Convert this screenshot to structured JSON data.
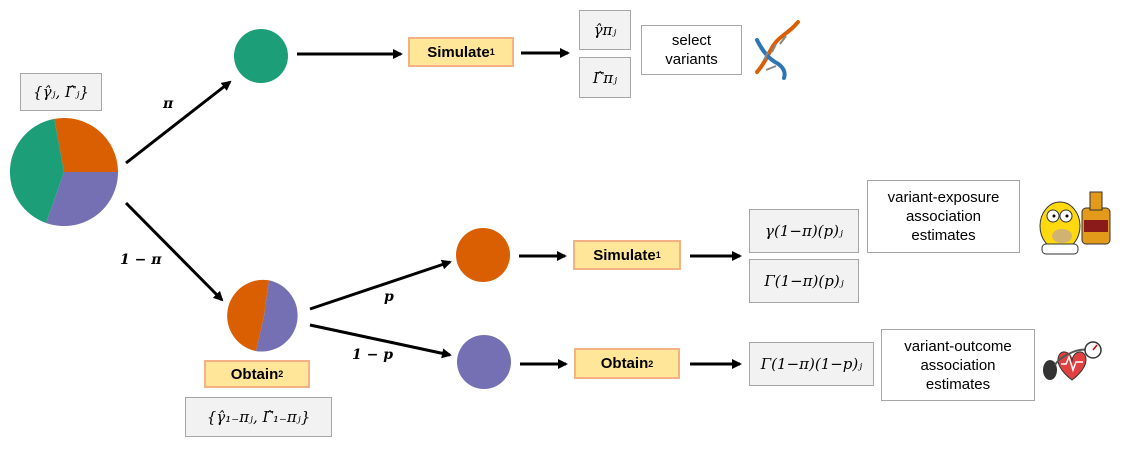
{
  "branches": {
    "pi": "π",
    "one_minus_pi": "1 − π",
    "p": "p",
    "one_minus_p": "1 − p"
  },
  "source_set": "{γ̂ⱼ, Γ̂ⱼ}",
  "obtain_set": "{γ̂₁₋πⱼ, Γ̂₁₋πⱼ}",
  "steps": {
    "simulate_top": "Simulate",
    "simulate_mid": "Simulate",
    "obtain_left": "Obtain",
    "obtain_bottom": "Obtain",
    "simulate_footnote": "1",
    "obtain_footnote": "2"
  },
  "estimates": {
    "gamma_pi": "γ̂πⱼ",
    "Gamma_pi": "Γ̂πⱼ",
    "gamma_exposure": "γ(1−π)(p)ⱼ",
    "Gamma_exposure": "Γ(1−π)(p)ⱼ",
    "Gamma_outcome": "Γ(1−π)(1−p)ⱼ"
  },
  "descriptions": {
    "select": "select\nvariants",
    "exposure": "variant-exposure\nassociation\nestimates",
    "outcome": "variant-outcome\nassociation\nestimates"
  },
  "icons": [
    "dna-icon",
    "homer-beer-icon",
    "blood-pressure-icon"
  ],
  "colors": {
    "green": "#1c9e78",
    "orange": "#d95f02",
    "purple": "#7570b3",
    "step_fill": "#ffe699",
    "step_border": "#f4b183"
  }
}
